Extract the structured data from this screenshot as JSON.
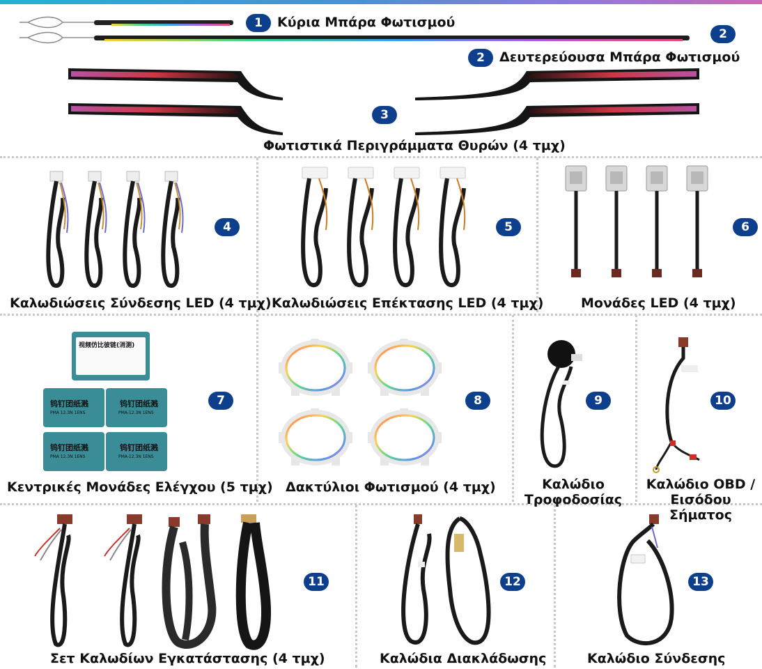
{
  "items": [
    {
      "num": "1",
      "label": "Κύρια Μπάρα Φωτισμού"
    },
    {
      "num": "2",
      "label": "Δευτερεύουσα Μπάρα Φωτισμού"
    },
    {
      "num": "3",
      "label": "Φωτιστικά Περιγράμματα Θυρών (4 τμχ)"
    },
    {
      "num": "4",
      "label": "Καλωδιώσεις Σύνδεσης LED (4 τμχ)"
    },
    {
      "num": "5",
      "label": "Καλωδιώσεις Επέκτασης LED (4 τμχ)"
    },
    {
      "num": "6",
      "label": "Μονάδες LED (4 τμχ)"
    },
    {
      "num": "7",
      "label": "Κεντρικές Μονάδες Ελέγχου (5 τμχ)"
    },
    {
      "num": "8",
      "label": "Δακτύλιοι Φωτισμού (4 τμχ)"
    },
    {
      "num": "9",
      "label_line1": "Καλώδιο",
      "label_line2": "Τροφοδοσίας"
    },
    {
      "num": "10",
      "label_line1": "Καλώδιο OBD /",
      "label_line2": "Εισόδου Σήματος"
    },
    {
      "num": "11",
      "label": "Σετ Καλωδίων Εγκατάστασης (4 τμχ)"
    },
    {
      "num": "12",
      "label": "Καλώδια Διακλάδωσης"
    },
    {
      "num": "13",
      "label": "Καλώδιο Σύνδεσης"
    }
  ],
  "module_texts": {
    "top_title": "视频仿比彼链(消测)",
    "box_title": "钨钉团纸溅",
    "box_code_a": "PMA 12.3N 1ENS",
    "box_code_b": "PMA-12.3N 1ENS"
  },
  "colors": {
    "badge": "#0e3f8c",
    "divider": "#c9c9c9",
    "module": "#3a8d96"
  }
}
